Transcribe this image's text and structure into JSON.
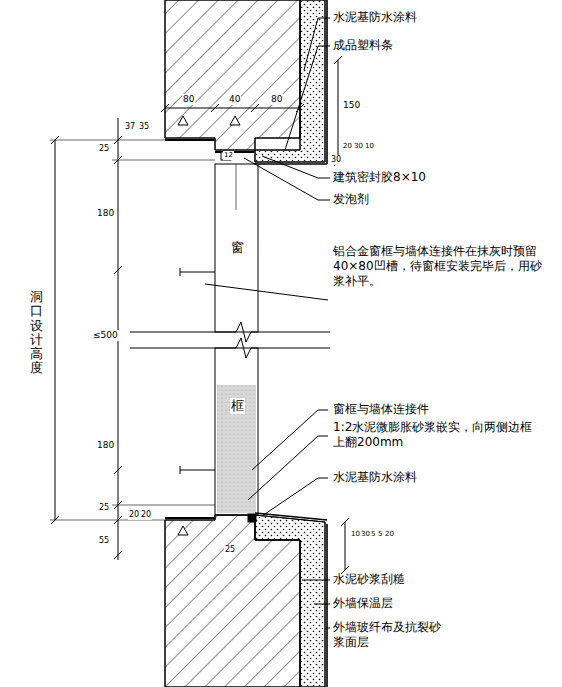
{
  "diagram": {
    "labels": [
      "水泥基防水涂料",
      "成品塑料条",
      "80",
      "40",
      "80",
      "150",
      "37",
      "35",
      "25",
      "20",
      "30",
      "10",
      "12",
      "30",
      "建筑密封胶8×10",
      "发泡剂",
      "180",
      "窗",
      "铝合金窗框与墙体连接件在抹灰时预留40×80凹槽，待窗框安装完毕后，用砂浆补平。",
      "≤500",
      "洞口设计高度",
      "框",
      "窗框与墙体连接件",
      "1:2水泥微膨胀砂浆嵌实，向两侧边框上翻200mm",
      "180",
      "水泥基防水涂料",
      "25",
      "20",
      "20",
      "55",
      "25",
      "10",
      "30",
      "5",
      "5",
      "20",
      "水泥砂浆刮糙",
      "外墙保温层",
      "外墙玻纤布及抗裂砂浆面层"
    ]
  }
}
